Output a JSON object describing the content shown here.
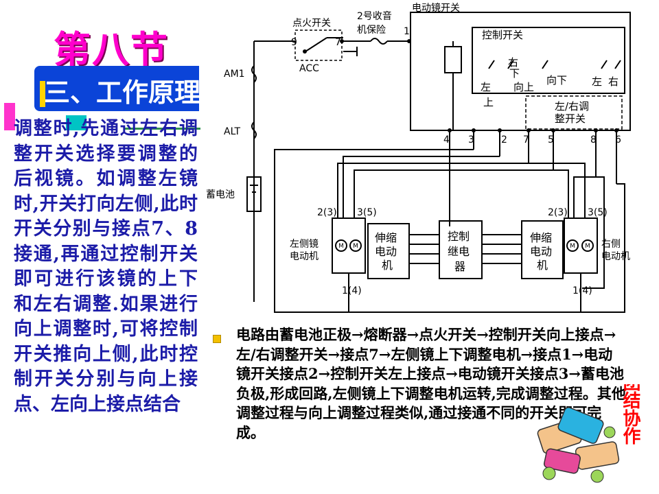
{
  "slide": {
    "title": "第八节",
    "subtitle": "三、工作原理",
    "left_text": "调整时,先通过左右调整开关选择要调整的后视镜。如调整左镜时,开关打向左侧,此时开关分别与接点7、8接通,再通过控制开关即可进行该镜的上下和左右调整.如果进行向上调整时,可将控制开关推向上侧,此时控制开关分别与向上接点、左向上接点结合",
    "bottom_text": "电路由蓄电池正极→熔断器→点火开关→控制开关向上接点→左/右调整开关→接点7→左侧镜上下调整电机→接点1→电动镜开关接点2→控制开关左上接点→电动镜开关接点3→蓄电池负极,形成回路,左侧镜上下调整电机运转,完成调整过程。其他调整过程与向上调整过程类似,通过接通不同的开关即可完成。",
    "clipart_text": "团结协作"
  },
  "diagram": {
    "labels": {
      "ignition_switch": "点火开关",
      "radio_fuse_1": "2号收音",
      "radio_fuse_2": "机保险",
      "mirror_switch": "电动镜开关",
      "control_switch": "控制开关",
      "right_1": "右",
      "down_1": "下",
      "left_2": "左",
      "up_2": "上",
      "up_3": "向上",
      "down_3": "向下",
      "left_4": "左",
      "right_4": "右",
      "lr_switch_1": "左/右调",
      "lr_switch_2": "整开关",
      "am1": "AM1",
      "alt": "ALT",
      "battery": "蓄电池",
      "acc": "ACC",
      "left_motor_1": "左侧镜",
      "left_motor_2": "电动机",
      "right_motor_1": "右侧",
      "right_motor_2": "电动机",
      "retract_l_1": "伸缩",
      "retract_l_2": "电动",
      "retract_l_3": "机",
      "relay_1": "控制",
      "relay_2": "继电",
      "relay_3": "器",
      "retract_r_1": "伸缩",
      "retract_r_2": "电动",
      "retract_r_3": "机",
      "pin_23_l": "2(3)",
      "pin_35_l": "3(5)",
      "pin_14_l": "1(4)",
      "pin_23_r": "2(3)",
      "pin_35_r": "3(5)",
      "pin_14_r": "1(4)",
      "term_9": "9",
      "term_7_ign": "7",
      "term_1": "1",
      "term_4": "4",
      "term_3": "3",
      "term_2": "2",
      "term_7": "7",
      "term_5": "5",
      "term_8": "8",
      "term_6": "6",
      "motor_m1": "M",
      "motor_m2": "M",
      "motor_m3": "M",
      "motor_m4": "M"
    }
  },
  "colors": {
    "title": "#ff00cc",
    "subtitle_bg": "#0b44d8",
    "left_text": "#1c1ca8",
    "bullet": "#f3c000",
    "clipart_text": "#ff0000"
  }
}
